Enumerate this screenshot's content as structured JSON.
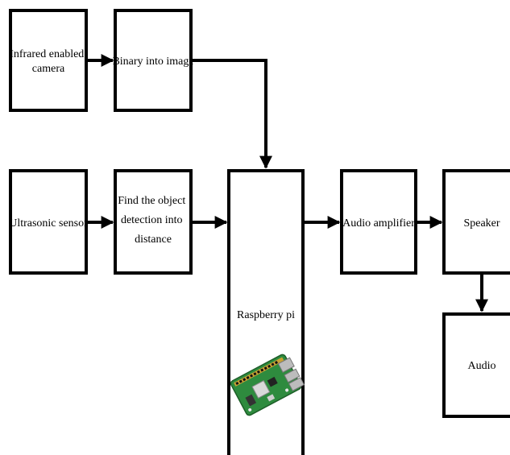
{
  "diagram": {
    "nodes": {
      "infrared_camera": {
        "lines": [
          "Infrared enabled",
          "camera"
        ]
      },
      "binary_to_image": {
        "lines": [
          "Binary into image"
        ]
      },
      "ultrasonic_sensor": {
        "lines": [
          "Ultrasonic sensor"
        ]
      },
      "find_object": {
        "lines": [
          "Find the object",
          "detection into",
          "distance"
        ]
      },
      "raspberry_pi": {
        "lines": [
          "Raspberry pi"
        ]
      },
      "audio_amplifier": {
        "lines": [
          "Audio amplifier"
        ]
      },
      "speaker": {
        "lines": [
          "Speaker"
        ]
      },
      "audio": {
        "lines": [
          "Audio"
        ]
      }
    },
    "edges": [
      {
        "from": "infrared_camera",
        "to": "binary_to_image"
      },
      {
        "from": "binary_to_image",
        "to": "raspberry_pi"
      },
      {
        "from": "ultrasonic_sensor",
        "to": "find_object"
      },
      {
        "from": "find_object",
        "to": "raspberry_pi"
      },
      {
        "from": "raspberry_pi",
        "to": "audio_amplifier"
      },
      {
        "from": "audio_amplifier",
        "to": "speaker"
      },
      {
        "from": "speaker",
        "to": "audio"
      }
    ],
    "colors": {
      "stroke": "#000000",
      "fill": "#ffffff",
      "board_green": "#2e8b3e"
    }
  }
}
